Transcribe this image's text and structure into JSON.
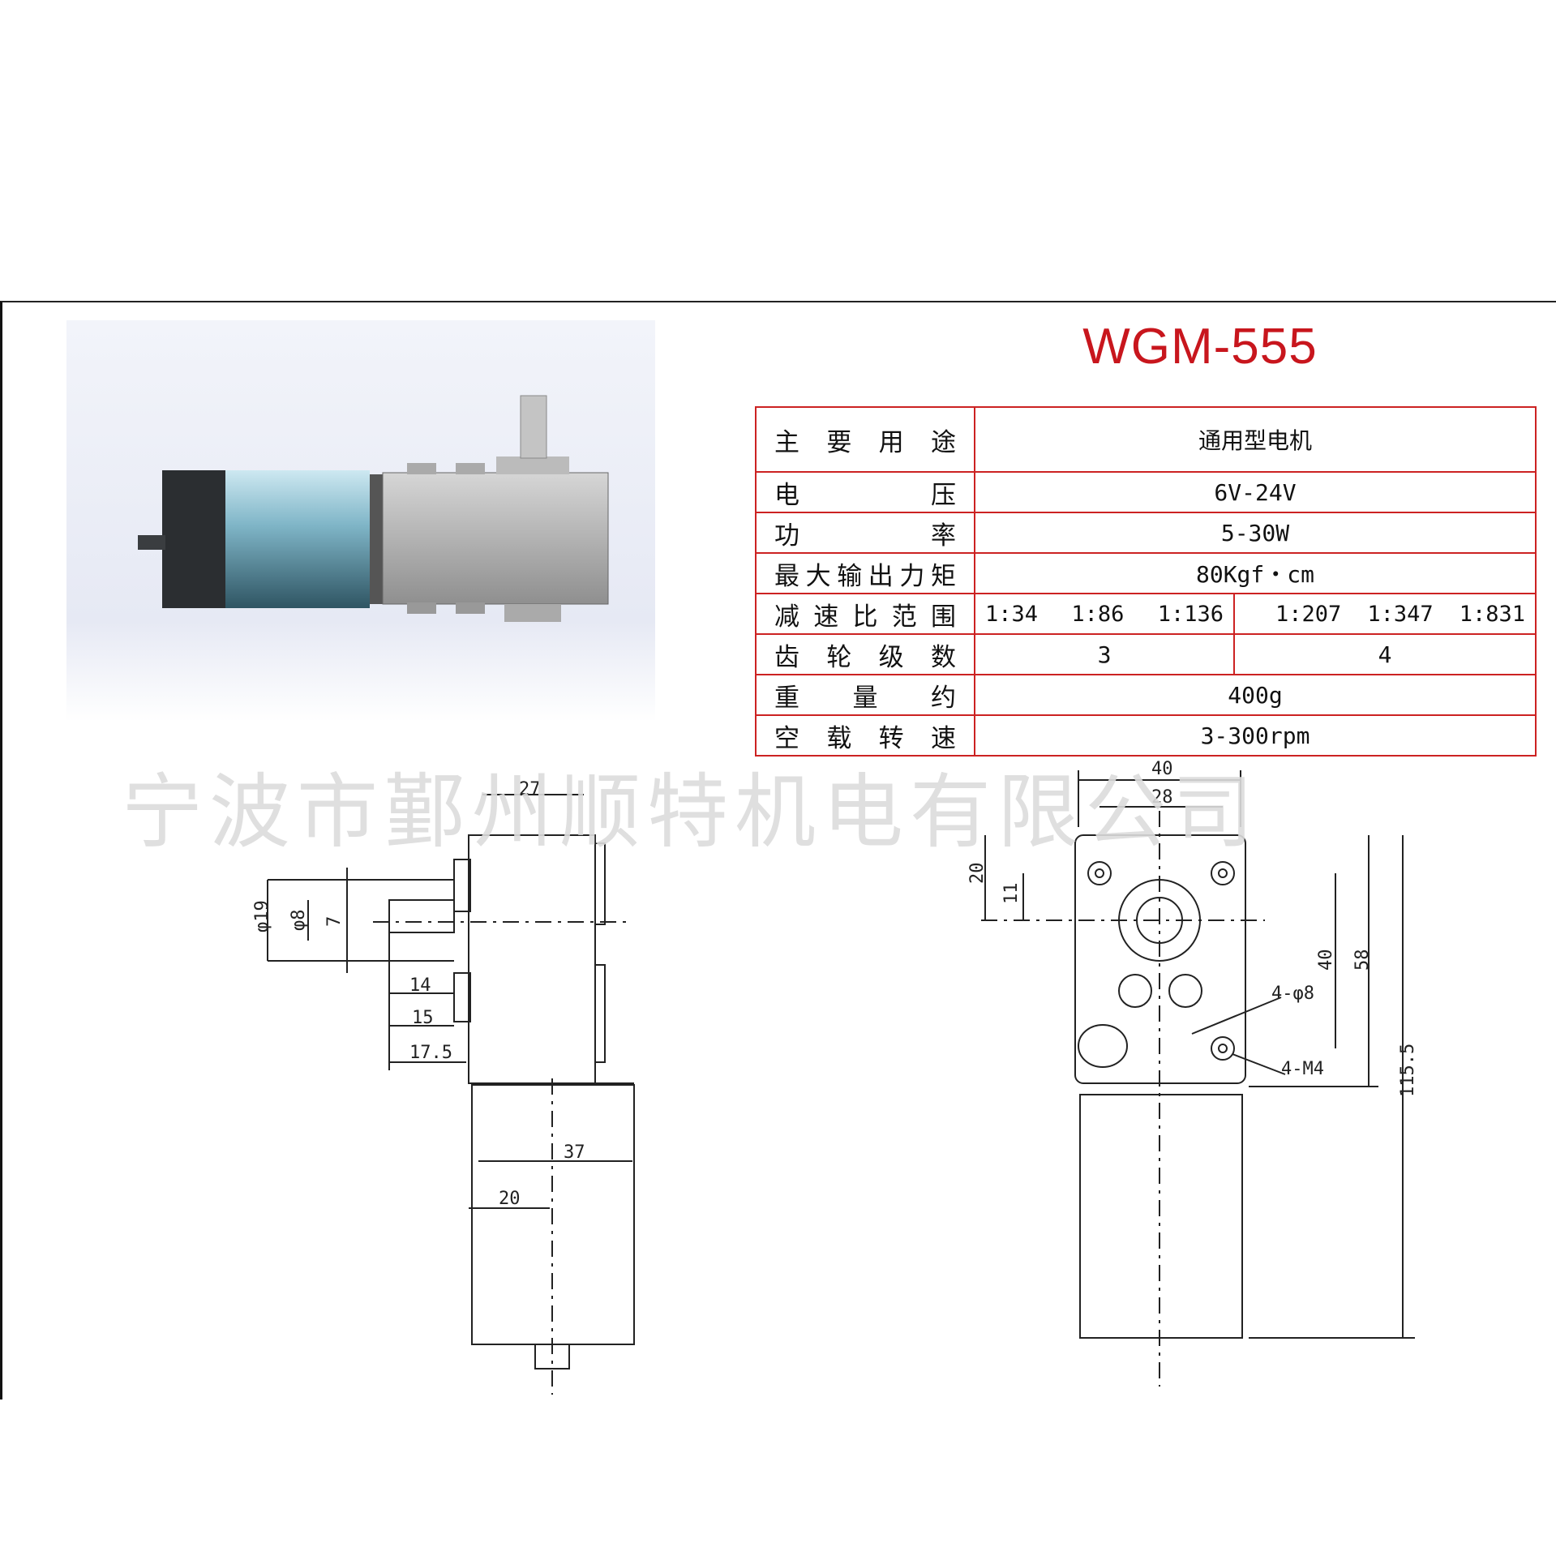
{
  "model": "WGM-555",
  "watermark": "宁波市鄞州顺特机电有限公司",
  "specs": {
    "usage": {
      "label": "主要用途",
      "value": "通用型电机"
    },
    "voltage": {
      "label": "电　　压",
      "value": "6V-24V"
    },
    "power": {
      "label": "功　　率",
      "value": "5-30W"
    },
    "torque": {
      "label": "最大输出力矩",
      "value": "80Kgf・cm"
    },
    "ratio": {
      "label": "减速比范围",
      "group3": [
        "1:34",
        "1:86",
        "1:136"
      ],
      "group4": [
        "1:207",
        "1:347",
        "1:831"
      ]
    },
    "gears": {
      "label": "齿轮级数",
      "value3": "3",
      "value4": "4"
    },
    "weight": {
      "label": "重量约",
      "value": "400g"
    },
    "speed": {
      "label": "空载转速",
      "value": "3-300rpm"
    }
  },
  "dimensions_side": {
    "d27": "27",
    "d19": "φ19",
    "d8": "φ8",
    "d7": "7",
    "d14": "14",
    "d15": "15",
    "d17_5": "17.5",
    "d37": "37",
    "d20": "20"
  },
  "dimensions_front": {
    "d40": "40",
    "d28": "28",
    "d20": "20",
    "d11": "11",
    "d40v": "40",
    "d58": "58",
    "holes": "4-φ8",
    "threads": "4-M4",
    "d115_5": "115.5"
  },
  "colors": {
    "title": "#c8161d",
    "table_border": "#cc2222",
    "motor_can": "#8fc3d4"
  }
}
